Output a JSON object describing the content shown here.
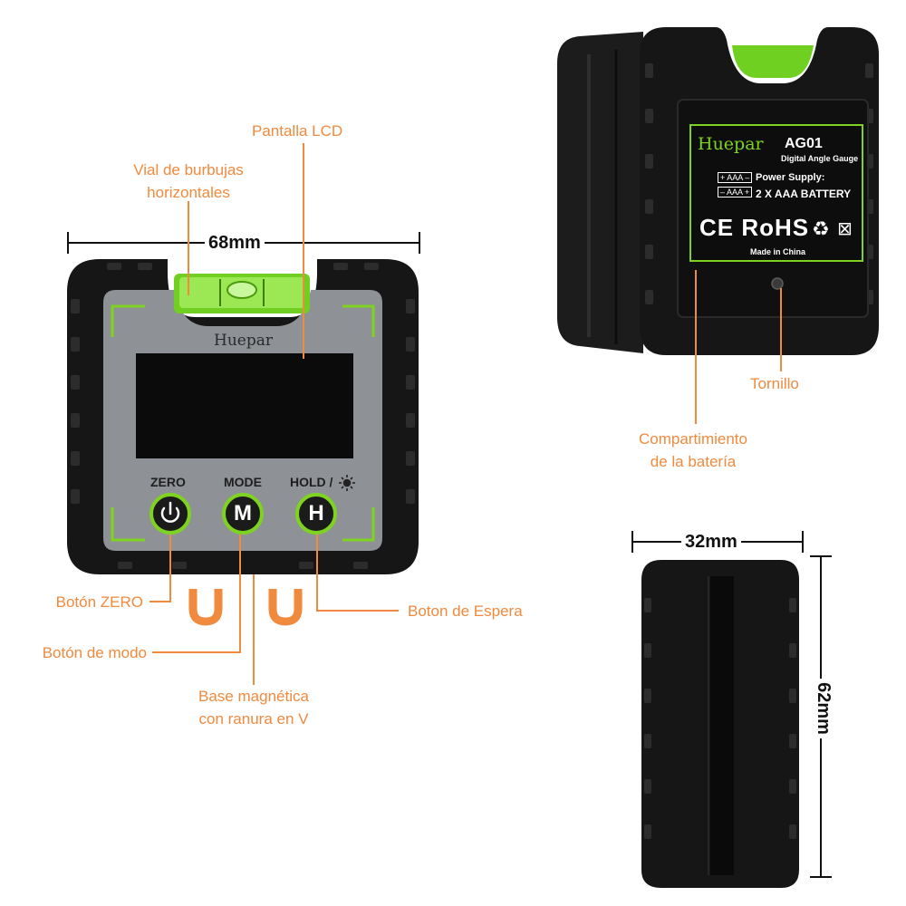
{
  "colors": {
    "callout": "#f08a3e",
    "body": "#161616",
    "panel": "#8e9196",
    "accent_green": "#7ed321",
    "lcd": "#0b0b0b"
  },
  "dimensions": {
    "width": "68mm",
    "depth": "32mm",
    "height": "62mm"
  },
  "front": {
    "brand": "Huepar",
    "buttons": [
      {
        "label": "ZERO",
        "glyph": "power-icon"
      },
      {
        "label": "MODE",
        "glyph": "M"
      },
      {
        "label": "HOLD /",
        "glyph": "H"
      }
    ]
  },
  "back": {
    "brand": "Huepar",
    "model": "AG01",
    "model_subtitle": "Digital Angle Gauge",
    "battery_symbol_1": "+ AAA –",
    "battery_symbol_2": "– AAA +",
    "power_supply_label": "Power Supply:",
    "power_supply_value": "2 X AAA BATTERY",
    "certifications": "CE RoHS",
    "origin": "Made in China"
  },
  "callouts": {
    "lcd_screen": "Pantalla LCD",
    "bubble_vial_line1": "Vial de burbujas",
    "bubble_vial_line2": "horizontales",
    "zero_button": "Botón ZERO",
    "mode_button": "Botón de modo",
    "hold_button": "Boton de Espera",
    "magnetic_base_line1": "Base magnética",
    "magnetic_base_line2": "con ranura en V",
    "screw": "Tornillo",
    "battery_compartment_line1": "Compartimiento",
    "battery_compartment_line2": "de la batería"
  }
}
